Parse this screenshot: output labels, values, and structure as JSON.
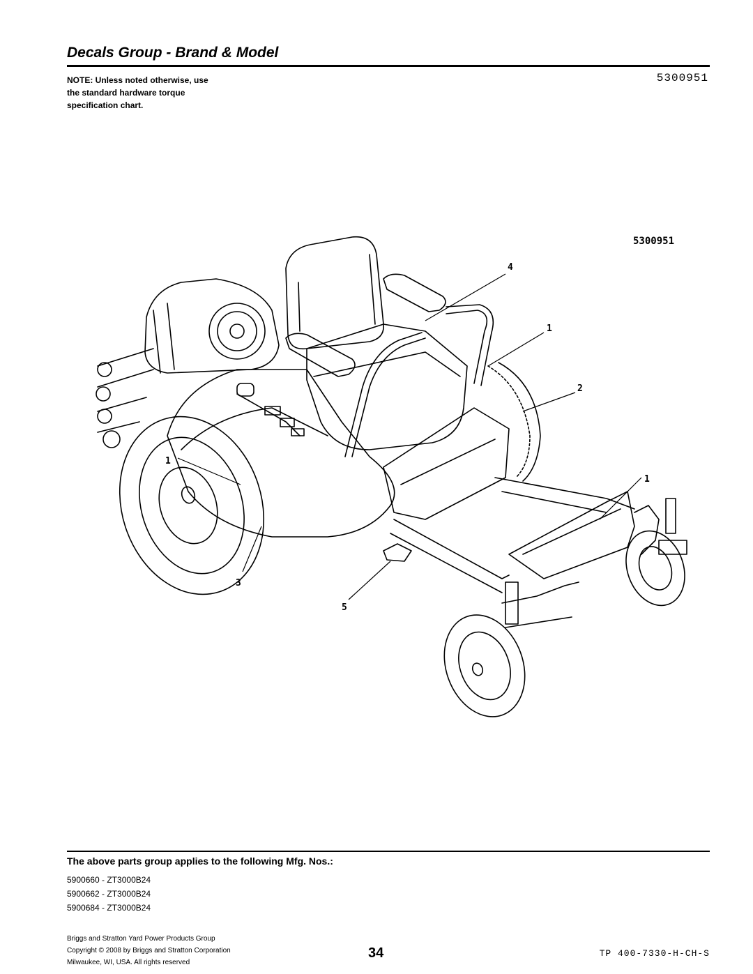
{
  "header": {
    "title": "Decals Group - Brand & Model",
    "part_number": "5300951"
  },
  "note": {
    "line1": "NOTE: Unless noted otherwise, use",
    "line2": "the standard hardware torque",
    "line3": "specification chart."
  },
  "diagram": {
    "label": "5300951",
    "callouts": [
      "4",
      "1",
      "2",
      "1",
      "1",
      "3",
      "5"
    ]
  },
  "applies": {
    "heading": "The above parts group applies to the following Mfg. Nos.:",
    "items": [
      "5900660 - ZT3000B24",
      "5900662 - ZT3000B24",
      "5900684 - ZT3000B24"
    ]
  },
  "footer": {
    "line1": "Briggs and Stratton Yard Power Products Group",
    "line2": "Copyright ©  2008 by Briggs and Stratton Corporation",
    "line3": "Milwaukee, WI, USA. All rights reserved",
    "page_number": "34",
    "doc_id": "TP 400-7330-H-CH-S"
  }
}
